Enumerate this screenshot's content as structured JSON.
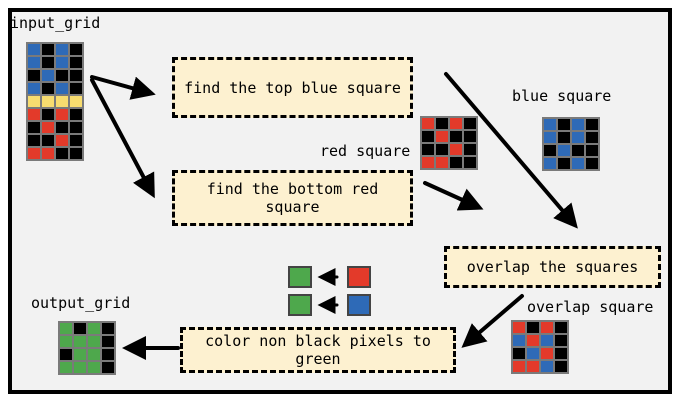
{
  "colors": {
    "black": "#000000",
    "blue": "#2e6ab7",
    "red": "#e33a2a",
    "yellow": "#f7dc6f",
    "green": "#4ea84c",
    "box_fill": "#fdf1d0",
    "panel": "#f2f2f2"
  },
  "labels": {
    "input_grid": "input_grid",
    "output_grid": "output_grid",
    "blue_square": "blue square",
    "red_square": "red square",
    "overlap_square": "overlap square"
  },
  "steps": {
    "find_top_blue": "find the top blue square",
    "find_bottom_red": "find the bottom red square",
    "overlap": "overlap the squares",
    "color_green": "color non black pixels to green"
  },
  "grids": {
    "input_grid": [
      [
        "blue",
        "black",
        "blue",
        "black"
      ],
      [
        "blue",
        "black",
        "blue",
        "black"
      ],
      [
        "black",
        "blue",
        "black",
        "black"
      ],
      [
        "blue",
        "black",
        "blue",
        "black"
      ],
      [
        "yellow",
        "yellow",
        "yellow",
        "yellow"
      ],
      [
        "red",
        "black",
        "red",
        "black"
      ],
      [
        "black",
        "red",
        "black",
        "black"
      ],
      [
        "black",
        "black",
        "red",
        "black"
      ],
      [
        "red",
        "red",
        "black",
        "black"
      ]
    ],
    "red_square": [
      [
        "red",
        "black",
        "red",
        "black"
      ],
      [
        "black",
        "red",
        "black",
        "black"
      ],
      [
        "black",
        "black",
        "red",
        "black"
      ],
      [
        "red",
        "red",
        "black",
        "black"
      ]
    ],
    "blue_square": [
      [
        "blue",
        "black",
        "blue",
        "black"
      ],
      [
        "blue",
        "black",
        "blue",
        "black"
      ],
      [
        "black",
        "blue",
        "black",
        "black"
      ],
      [
        "blue",
        "black",
        "blue",
        "black"
      ]
    ],
    "overlap_square": [
      [
        "red",
        "black",
        "red",
        "black"
      ],
      [
        "blue",
        "red",
        "blue",
        "black"
      ],
      [
        "black",
        "blue",
        "red",
        "black"
      ],
      [
        "red",
        "red",
        "blue",
        "black"
      ]
    ],
    "output_grid": [
      [
        "green",
        "black",
        "green",
        "black"
      ],
      [
        "green",
        "green",
        "green",
        "black"
      ],
      [
        "black",
        "green",
        "green",
        "black"
      ],
      [
        "green",
        "green",
        "green",
        "black"
      ]
    ]
  },
  "legend": [
    {
      "from": "red",
      "to": "green"
    },
    {
      "from": "blue",
      "to": "green"
    }
  ]
}
